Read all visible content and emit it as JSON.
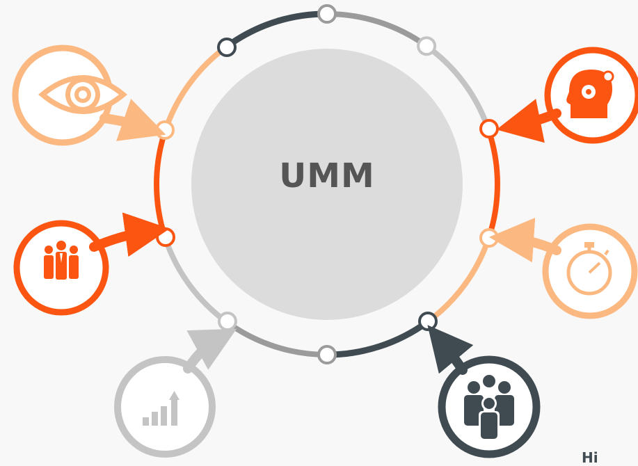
{
  "center": {
    "label": "UMM"
  },
  "corner_mark": "Hi",
  "colors": {
    "orange": "#fb5511",
    "peach": "#fbb880",
    "dark": "#3f4a51",
    "mid_grey": "#9b9b9b",
    "light_grey": "#c4c4c4",
    "center_fill": "#dcdcdc",
    "background": "#f8f8f8"
  },
  "segments": [
    {
      "name": "ring-arc-peach-upper-left",
      "color": "#fbb880"
    },
    {
      "name": "ring-arc-orange-left",
      "color": "#fb5511"
    },
    {
      "name": "ring-arc-grey-lower-left",
      "color": "#c4c4c4"
    },
    {
      "name": "ring-arc-grey-bottom",
      "color": "#9b9b9b"
    },
    {
      "name": "ring-arc-dark-bottom-right",
      "color": "#3f4a51"
    },
    {
      "name": "ring-arc-peach-lower-right",
      "color": "#fbb880"
    },
    {
      "name": "ring-arc-orange-right",
      "color": "#fb5511"
    },
    {
      "name": "ring-arc-grey-upper-right",
      "color": "#c4c4c4"
    },
    {
      "name": "ring-arc-grey-top",
      "color": "#9b9b9b"
    },
    {
      "name": "ring-arc-dark-top-left",
      "color": "#3f4a51"
    }
  ],
  "nodes": [
    {
      "name": "ring-node-top",
      "stroke": "#9b9b9b"
    },
    {
      "name": "ring-node-top-right",
      "stroke": "#c4c4c4"
    },
    {
      "name": "ring-node-right-upper",
      "stroke": "#fb5511"
    },
    {
      "name": "ring-node-right-lower",
      "stroke": "#fbb880"
    },
    {
      "name": "ring-node-bottom-right",
      "stroke": "#3f4a51"
    },
    {
      "name": "ring-node-bottom",
      "stroke": "#9b9b9b"
    },
    {
      "name": "ring-node-bottom-left",
      "stroke": "#c4c4c4"
    },
    {
      "name": "ring-node-left-lower",
      "stroke": "#fb5511"
    },
    {
      "name": "ring-node-left-upper",
      "stroke": "#fbb880"
    },
    {
      "name": "ring-node-top-left",
      "stroke": "#3f4a51"
    }
  ],
  "callouts": [
    {
      "name": "eye-callout",
      "icon": "eye-icon",
      "color": "#fbb880"
    },
    {
      "name": "team-callout",
      "icon": "business-team-icon",
      "color": "#fb5511"
    },
    {
      "name": "growth-callout",
      "icon": "growth-chart-icon",
      "color": "#c4c4c4"
    },
    {
      "name": "brain-callout",
      "icon": "brain-gear-icon",
      "color": "#fb5511"
    },
    {
      "name": "timer-callout",
      "icon": "stopwatch-icon",
      "color": "#fbb880"
    },
    {
      "name": "group-callout",
      "icon": "people-group-icon",
      "color": "#3f4a51"
    }
  ]
}
